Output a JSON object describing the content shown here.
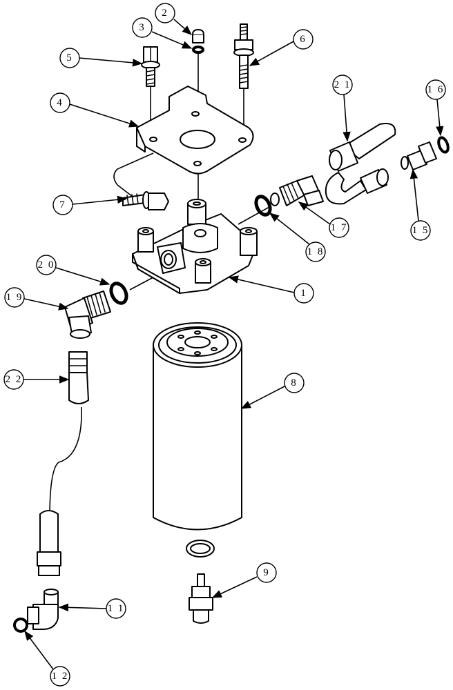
{
  "callouts": [
    {
      "id": "c2",
      "label": "2"
    },
    {
      "id": "c3",
      "label": "3"
    },
    {
      "id": "c5",
      "label": "5"
    },
    {
      "id": "c6",
      "label": "6"
    },
    {
      "id": "c4",
      "label": "4"
    },
    {
      "id": "c21",
      "label": "2 1"
    },
    {
      "id": "c16",
      "label": "1 6"
    },
    {
      "id": "c7",
      "label": "7"
    },
    {
      "id": "c17",
      "label": "1 7"
    },
    {
      "id": "c15",
      "label": "1 5"
    },
    {
      "id": "c18",
      "label": "1 8"
    },
    {
      "id": "c20",
      "label": "2 0"
    },
    {
      "id": "c1",
      "label": "1"
    },
    {
      "id": "c19",
      "label": "1 9"
    },
    {
      "id": "c22",
      "label": "2 2"
    },
    {
      "id": "c8",
      "label": "8"
    },
    {
      "id": "c9",
      "label": "9"
    },
    {
      "id": "c11",
      "label": "1 1"
    },
    {
      "id": "c12",
      "label": "1 2"
    }
  ]
}
